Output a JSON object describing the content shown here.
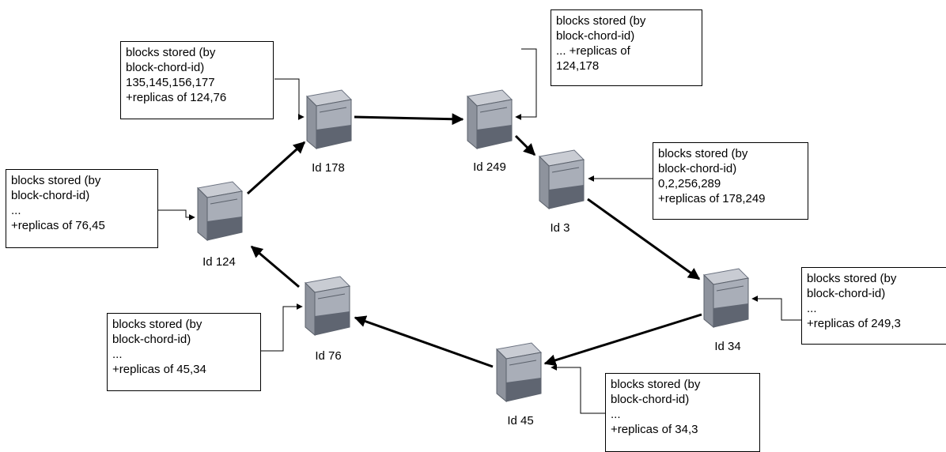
{
  "nodes": [
    {
      "id": "n178",
      "label": "Id 178"
    },
    {
      "id": "n249",
      "label": "Id 249"
    },
    {
      "id": "n3",
      "label": "Id 3"
    },
    {
      "id": "n124",
      "label": "Id 124"
    },
    {
      "id": "n34",
      "label": "Id 34"
    },
    {
      "id": "n76",
      "label": "Id 76"
    },
    {
      "id": "n45",
      "label": "Id 45"
    }
  ],
  "notes": {
    "n178": [
      "blocks stored (by",
      "block-chord-id)",
      "135,145,156,177",
      "+replicas of 124,76"
    ],
    "n249": [
      "blocks stored (by",
      "block-chord-id)",
      "... +replicas of",
      "124,178"
    ],
    "n3": [
      "blocks stored (by",
      "block-chord-id)",
      "0,2,256,289",
      "+replicas of 178,249"
    ],
    "n124": [
      "blocks stored (by",
      "block-chord-id)",
      "...",
      "+replicas of 76,45"
    ],
    "n34": [
      "blocks stored (by",
      "block-chord-id)",
      "...",
      "+replicas of 249,3"
    ],
    "n76": [
      "blocks stored (by",
      "block-chord-id)",
      "...",
      "+replicas of 45,34"
    ],
    "n45": [
      "blocks stored (by",
      "block-chord-id)",
      "...",
      "+replicas of 34,3"
    ]
  },
  "ring_edges": [
    [
      "n178",
      "n249"
    ],
    [
      "n249",
      "n3"
    ],
    [
      "n3",
      "n34"
    ],
    [
      "n34",
      "n45"
    ],
    [
      "n45",
      "n76"
    ],
    [
      "n76",
      "n124"
    ],
    [
      "n124",
      "n178"
    ]
  ]
}
